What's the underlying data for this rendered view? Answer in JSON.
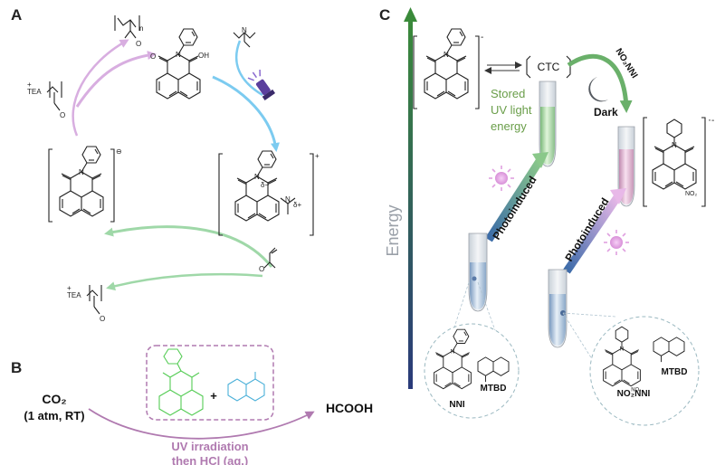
{
  "panels": {
    "a": "A",
    "b": "B",
    "c": "C"
  },
  "panel_a": {
    "tea_top": "TEA",
    "tea_bottom": "TEA",
    "charge_minus": "⊖",
    "charge_plus": "+",
    "delta_minus": "δ−",
    "delta_plus": "δ+",
    "oh": "OH",
    "n": "N",
    "o": "O",
    "sub_n": "n",
    "colors": {
      "pink_arrow": "#d8aee0",
      "blue_arrow": "#7ccbf0",
      "green_arrow": "#9fd8a8",
      "uv_lamp": "#5b3f9e"
    }
  },
  "panel_b": {
    "co2_line1": "CO₂",
    "co2_line2": "(1 atm, RT)",
    "plus": "+",
    "product": "HCOOH",
    "condition_line1": "UV irradiation",
    "condition_line2": "then HCl (aq.)",
    "colors": {
      "box_border": "#b07ab0",
      "catalyst_green": "#55cc55",
      "base_blue": "#4ab0d8",
      "arrow": "#b07ab0"
    }
  },
  "panel_c": {
    "energy_label": "Energy",
    "ctc": "CTC",
    "stored_line1": "Stored",
    "stored_line2": "UV light",
    "stored_line3": "energy",
    "dark": "Dark",
    "no2nni": "NO₂NNI",
    "photoinduced_1": "Photoinduced",
    "photoinduced_2": "Photoinduced",
    "nni": "NNI",
    "mtbd_1": "MTBD",
    "no2nni_label": "NO₂NNI",
    "mtbd_2": "MTBD",
    "no2": "NO₂",
    "radical_dot": "·",
    "minus": "-",
    "colors": {
      "energy_axis_top": "#3a7a3a",
      "energy_axis_bottom": "#2a3a7a",
      "tube_green": "#a8e0a0",
      "tube_pink": "#e8b8d8",
      "tube_blue": "#a8c8e8",
      "arrow_green": "#6ab06a",
      "arrow_pink": "#d8a8e0",
      "stored_text": "#6a9e4a",
      "sun": "#e8a8e8"
    }
  }
}
